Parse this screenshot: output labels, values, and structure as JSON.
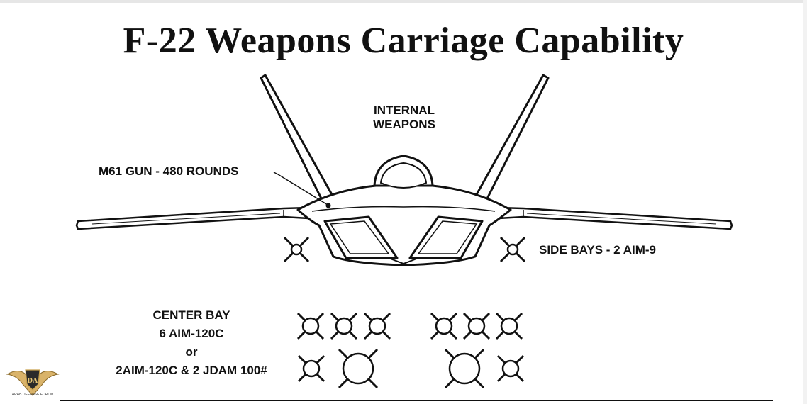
{
  "title": "F-22 Weapons Carriage Capability",
  "labels": {
    "internal_line1": "INTERNAL",
    "internal_line2": "WEAPONS",
    "gun": "M61 GUN - 480 ROUNDS",
    "side_bays": "SIDE BAYS - 2 AIM-9",
    "center_line1": "CENTER BAY",
    "center_line2": "6 AIM-120C",
    "center_line3": "or",
    "center_line4": "2AIM-120C & 2 JDAM 100#"
  },
  "watermark": {
    "mark": "DA",
    "line": "ARAB DEFENSE FORUM"
  }
}
